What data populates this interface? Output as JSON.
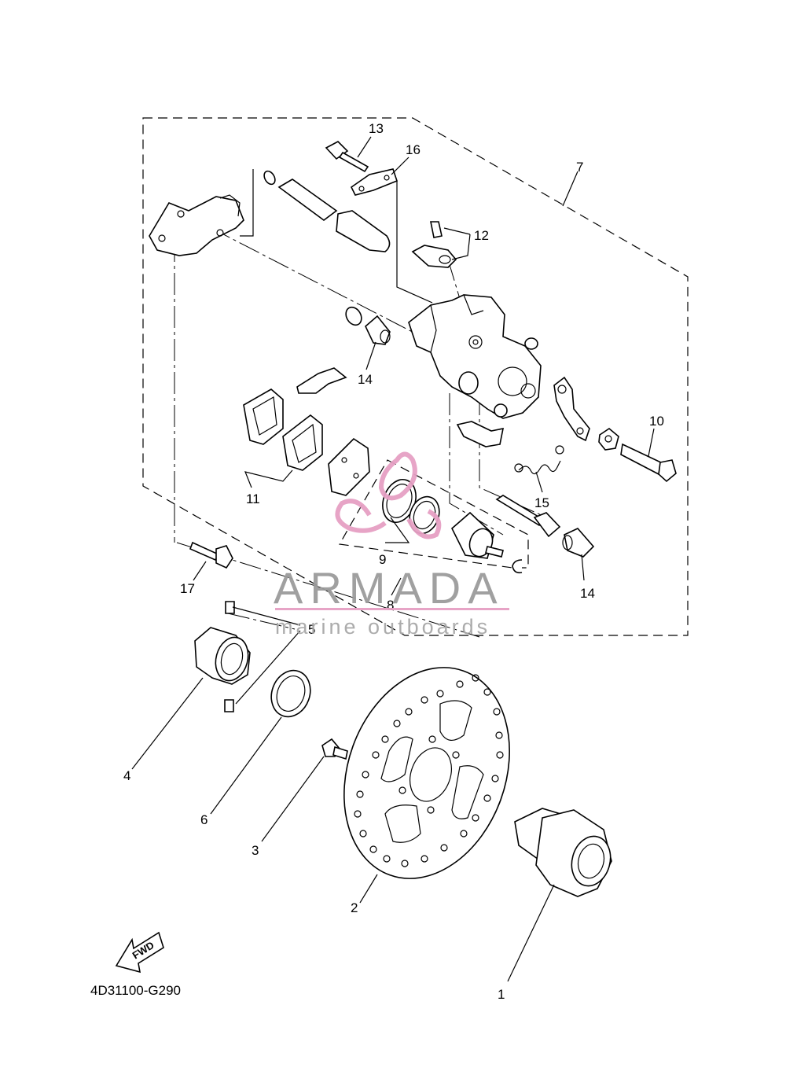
{
  "diagram": {
    "drawing_code": "4D31100-G290",
    "fwd_label": "FWD",
    "callouts": {
      "c1": "1",
      "c2": "2",
      "c3": "3",
      "c4": "4",
      "c5": "5",
      "c6": "6",
      "c7": "7",
      "c8": "8",
      "c9": "9",
      "c10": "10",
      "c11": "11",
      "c12": "12",
      "c13": "13",
      "c14a": "14",
      "c14b": "14",
      "c15": "15",
      "c16": "16",
      "c17": "17"
    }
  },
  "watermark": {
    "brand": "ARMADA",
    "tagline": "marine outboards",
    "accent_color": "#e6a0c4"
  }
}
